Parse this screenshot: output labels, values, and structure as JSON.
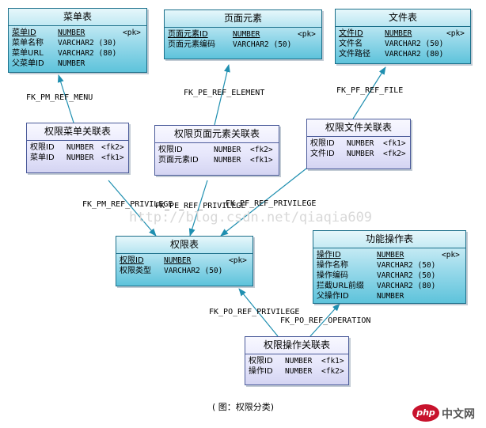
{
  "entities": {
    "menu": {
      "title": "菜单表",
      "rows": [
        {
          "name": "菜单ID",
          "type": "NUMBER",
          "key": "<pk>",
          "pk": true
        },
        {
          "name": "菜单名称",
          "type": "VARCHAR2 (30)",
          "key": ""
        },
        {
          "name": "菜单URL",
          "type": "VARCHAR2 (80)",
          "key": ""
        },
        {
          "name": "父菜单ID",
          "type": "NUMBER",
          "key": ""
        }
      ]
    },
    "page_element": {
      "title": "页面元素",
      "rows": [
        {
          "name": "页面元素ID",
          "type": "NUMBER",
          "key": "<pk>",
          "pk": true
        },
        {
          "name": "页面元素编码",
          "type": "VARCHAR2 (50)",
          "key": ""
        }
      ]
    },
    "file": {
      "title": "文件表",
      "rows": [
        {
          "name": "文件ID",
          "type": "NUMBER",
          "key": "<pk>",
          "pk": true
        },
        {
          "name": "文件名",
          "type": "VARCHAR2 (50)",
          "key": ""
        },
        {
          "name": "文件路径",
          "type": "VARCHAR2 (80)",
          "key": ""
        }
      ]
    },
    "privilege_menu": {
      "title": "权限菜单关联表",
      "rows": [
        {
          "name": "权限ID",
          "type": "NUMBER",
          "key": "<fk2>"
        },
        {
          "name": "菜单ID",
          "type": "NUMBER",
          "key": "<fk1>"
        }
      ]
    },
    "privilege_element": {
      "title": "权限页面元素关联表",
      "rows": [
        {
          "name": "权限ID",
          "type": "NUMBER",
          "key": "<fk2>"
        },
        {
          "name": "页面元素ID",
          "type": "NUMBER",
          "key": "<fk1>"
        }
      ]
    },
    "privilege_file": {
      "title": "权限文件关联表",
      "rows": [
        {
          "name": "权限ID",
          "type": "NUMBER",
          "key": "<fk1>"
        },
        {
          "name": "文件ID",
          "type": "NUMBER",
          "key": "<fk2>"
        }
      ]
    },
    "privilege": {
      "title": "权限表",
      "rows": [
        {
          "name": "权限ID",
          "type": "NUMBER",
          "key": "<pk>",
          "pk": true
        },
        {
          "name": "权限类型",
          "type": "VARCHAR2 (50)",
          "key": ""
        }
      ]
    },
    "operation": {
      "title": "功能操作表",
      "rows": [
        {
          "name": "操作ID",
          "type": "NUMBER",
          "key": "<pk>",
          "pk": true
        },
        {
          "name": "操作名称",
          "type": "VARCHAR2 (50)",
          "key": ""
        },
        {
          "name": "操作编码",
          "type": "VARCHAR2 (50)",
          "key": ""
        },
        {
          "name": "拦截URL前缀",
          "type": "VARCHAR2 (80)",
          "key": ""
        },
        {
          "name": "父操作ID",
          "type": "NUMBER",
          "key": ""
        }
      ]
    },
    "privilege_operation": {
      "title": "权限操作关联表",
      "rows": [
        {
          "name": "权限ID",
          "type": "NUMBER",
          "key": "<fk1>"
        },
        {
          "name": "操作ID",
          "type": "NUMBER",
          "key": "<fk2>"
        }
      ]
    }
  },
  "relationships": {
    "fk_pm_ref_menu": "FK_PM_REF_MENU",
    "fk_pe_ref_element": "FK_PE_REF_ELEMENT",
    "fk_pf_ref_file": "FK_PF_REF_FILE",
    "fk_pm_ref_privilege": "FK_PM_REF_PRIVILEGE",
    "fk_pe_ref_privilege": "FK_PE_REF_PRIVILEGE",
    "fk_pf_ref_privilege": "FK_PF_REF_PRIVILEGE",
    "fk_po_ref_privilege": "FK_PO_REF_PRIVILEGE",
    "fk_po_ref_operation": "FK_PO_REF_OPERATION"
  },
  "watermark": "http://blog.csdn.net/qiaqia609",
  "caption": "( 图：权限分类)",
  "logo": {
    "php": "php",
    "site": "中文网"
  },
  "colors": {
    "entity_fill": "#5ec3db",
    "assoc_fill": "#e6e6fb",
    "connector": "#1f8fb0"
  }
}
